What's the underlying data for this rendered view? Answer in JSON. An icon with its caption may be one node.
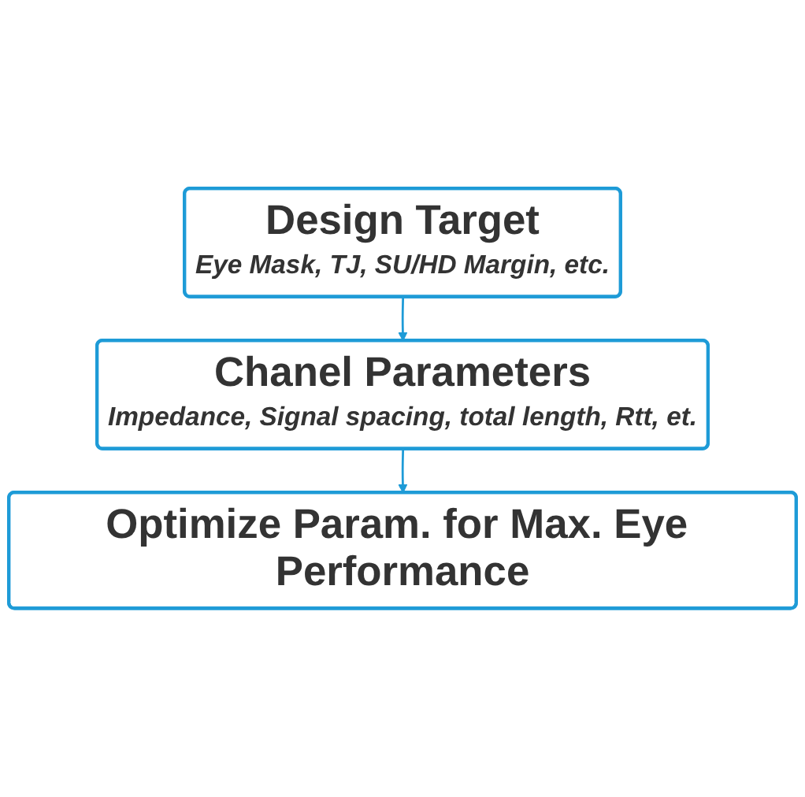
{
  "diagram": {
    "nodes": [
      {
        "text": [
          "Design Target",
          "Eye Mask, TJ, SU/HD Margin, etc."
        ]
      },
      {
        "text": [
          "Chanel Parameters",
          "Impedance, Signal spacing, total length, Rtt, et."
        ]
      },
      {
        "text": [
          "Optimize Param. for Max. Eye Performance"
        ]
      }
    ],
    "edges": [
      {
        "from": 0,
        "to": 1,
        "arrow": "to"
      },
      {
        "from": 1,
        "to": 2,
        "arrow": "to"
      }
    ]
  }
}
